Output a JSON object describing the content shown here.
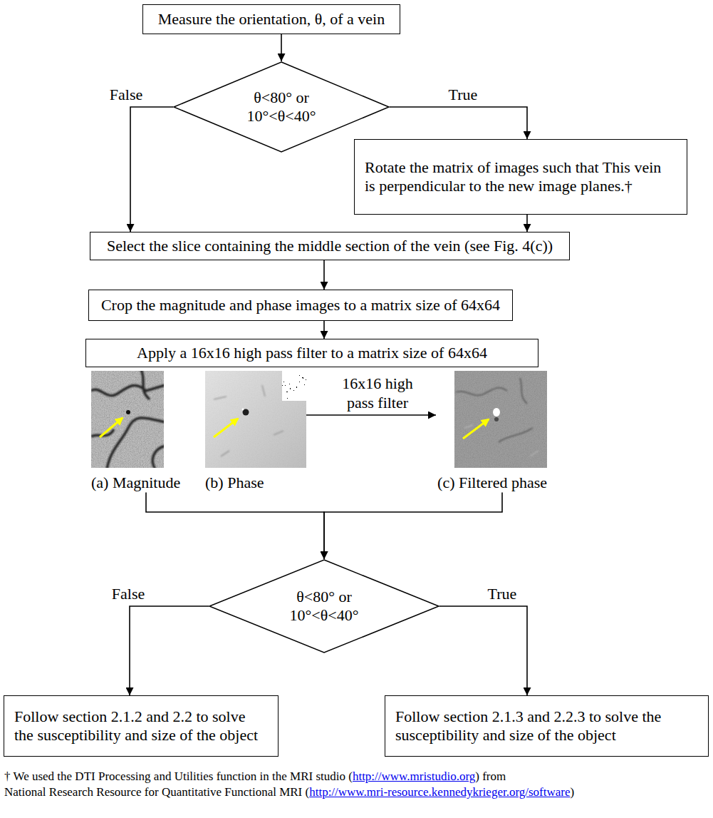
{
  "diagram": {
    "nodes": [
      {
        "text": [
          "Measure the orientation, θ, of a vein"
        ]
      },
      {
        "text": [
          "θ<80° or 10°<θ<40°"
        ]
      },
      {
        "text": [
          "Rotate the matrix of images such that This vein is perpendicular to the new image planes.†"
        ]
      },
      {
        "text": [
          "Select the slice containing the middle section of the vein (see Fig. 4(c))"
        ]
      },
      {
        "text": [
          "Crop the magnitude and phase images to a matrix size of 64x64"
        ]
      },
      {
        "text": [
          "Apply a 16x16 high pass filter to a matrix size of 64x64"
        ]
      },
      {
        "text": [
          "(a) Magnitude"
        ]
      },
      {
        "text": [
          "(b) Phase"
        ]
      },
      {
        "text": [
          "(c) Filtered phase"
        ]
      },
      {
        "text": [
          "θ<80° or 10°<θ<40°"
        ]
      },
      {
        "text": [
          "Follow section 2.1.2 and 2.2 to solve the susceptibility and size of the object"
        ]
      },
      {
        "text": [
          "Follow section 2.1.3 and 2.2.3 to solve the susceptibility and size of the object"
        ]
      }
    ],
    "edges": [
      {
        "from": 0,
        "to": 1,
        "arrow": "to"
      },
      {
        "from": 1,
        "to": 3,
        "label": "False",
        "arrow": "to"
      },
      {
        "from": 1,
        "to": 2,
        "label": "True",
        "arrow": "to"
      },
      {
        "from": 2,
        "to": 3,
        "arrow": "to"
      },
      {
        "from": 3,
        "to": 4,
        "arrow": "to"
      },
      {
        "from": 4,
        "to": 5,
        "arrow": "to"
      },
      {
        "from": 7,
        "to": 8,
        "label": "16x16 high pass filter",
        "arrow": "to"
      },
      {
        "from": 6,
        "to": 9,
        "arrow": "to"
      },
      {
        "from": 8,
        "to": 9,
        "arrow": "to"
      },
      {
        "from": 9,
        "to": 10,
        "label": "False",
        "arrow": "to"
      },
      {
        "from": 9,
        "to": 11,
        "label": "True",
        "arrow": "to"
      }
    ],
    "labels": [
      "† We used the DTI Processing and Utilities function in the MRI studio (",
      "http://www.mristudio.org",
      ") from",
      "National Research Resource for Quantitative Functional MRI (",
      "http://www.mri-resource.kennedykrieger.org/software",
      ")"
    ]
  }
}
